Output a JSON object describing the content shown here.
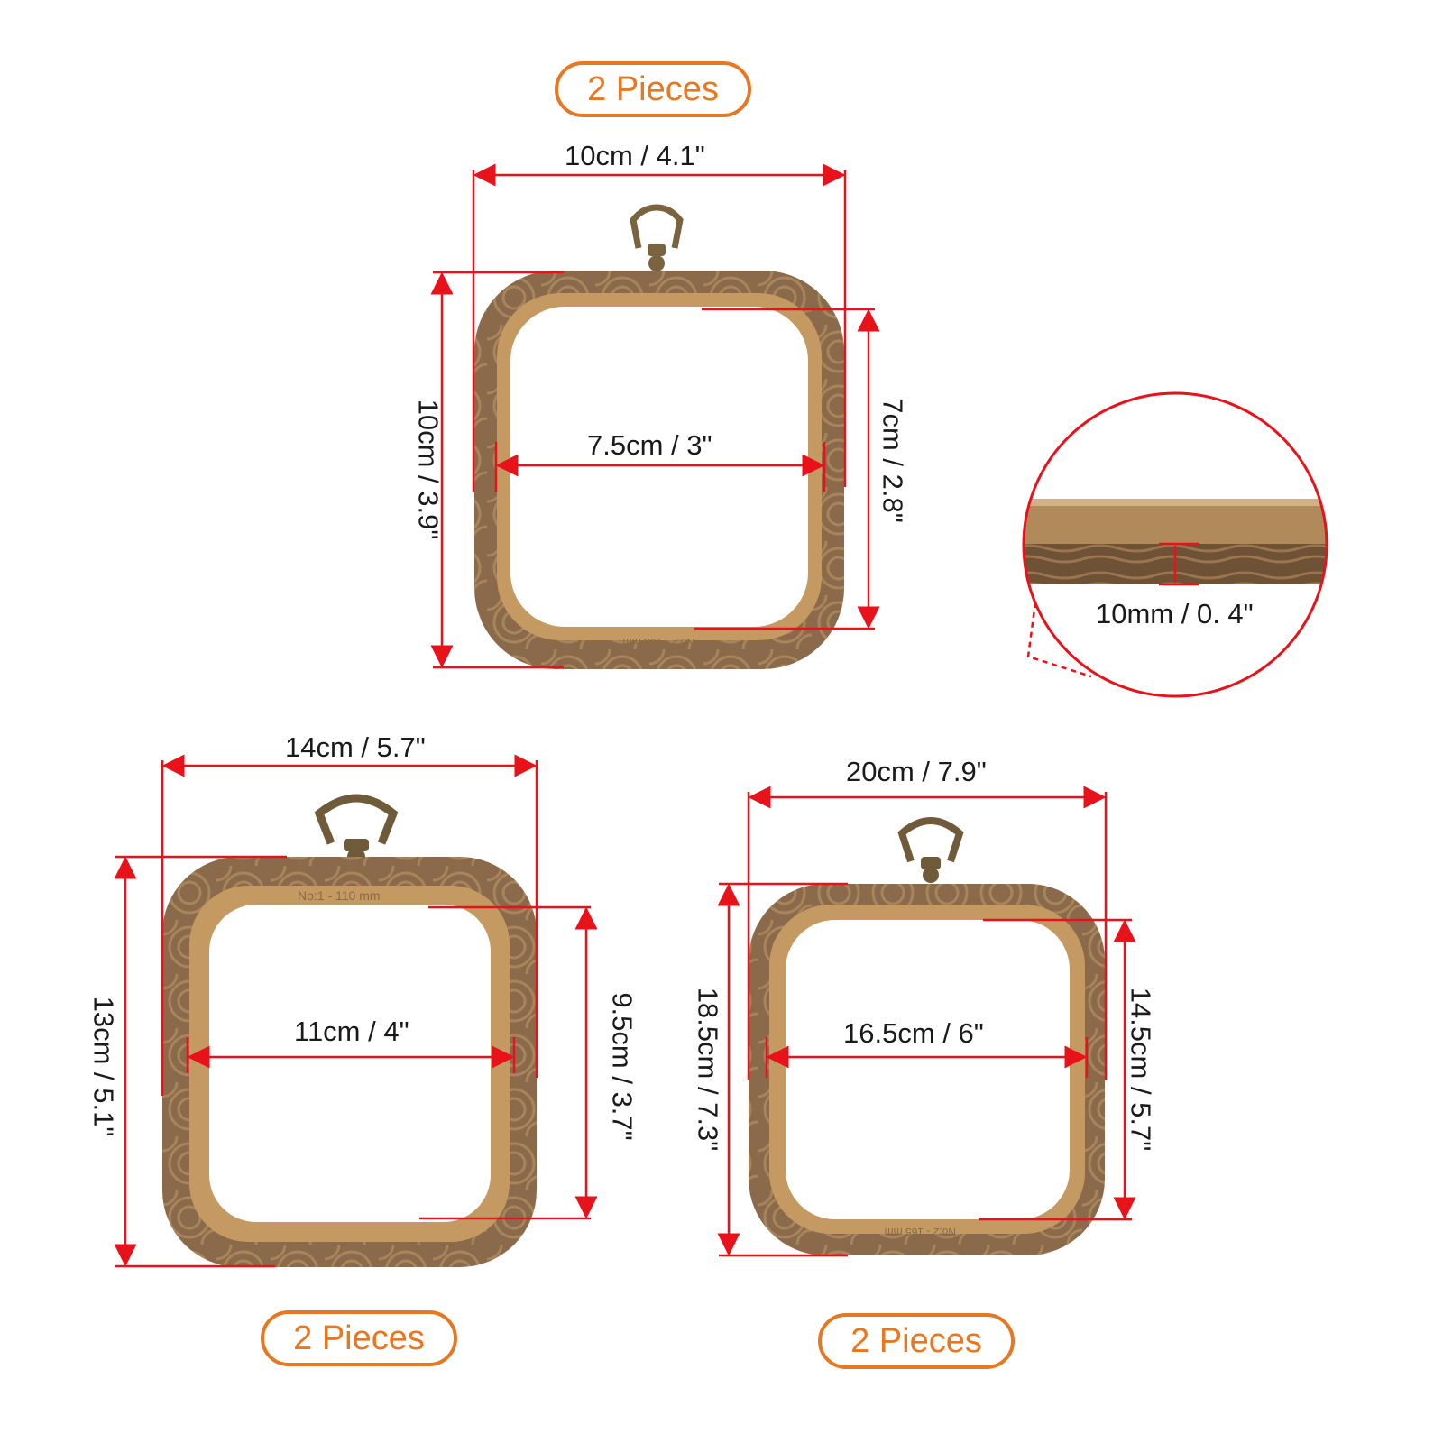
{
  "badges": {
    "top": "2 Pieces",
    "bottom_left": "2 Pieces",
    "bottom_right": "2 Pieces"
  },
  "hoop_small": {
    "outer_width": "10cm / 4.1\"",
    "outer_height": "10cm / 3.9\"",
    "inner_width": "7.5cm / 3\"",
    "inner_height": "7cm / 2.8\"",
    "engraving": "No:2 - 165 mm"
  },
  "hoop_medium": {
    "outer_width": "14cm / 5.7\"",
    "outer_height": "13cm / 5.1\"",
    "inner_width": "11cm / 4\"",
    "inner_height": "9.5cm / 3.7\"",
    "engraving": "No:1 - 110 mm"
  },
  "hoop_large": {
    "outer_width": "20cm / 7.9\"",
    "outer_height": "18.5cm / 7.3\"",
    "inner_width": "16.5cm / 6\"",
    "inner_height": "14.5cm / 5.7\"",
    "engraving": "No:2 - 165 mm"
  },
  "detail": {
    "thickness": "10mm / 0. 4\""
  },
  "colors": {
    "accent": "#e87722",
    "dimension_line": "#e8121b",
    "frame_outer": "#8a6a4a",
    "frame_inner": "#c49a62"
  }
}
